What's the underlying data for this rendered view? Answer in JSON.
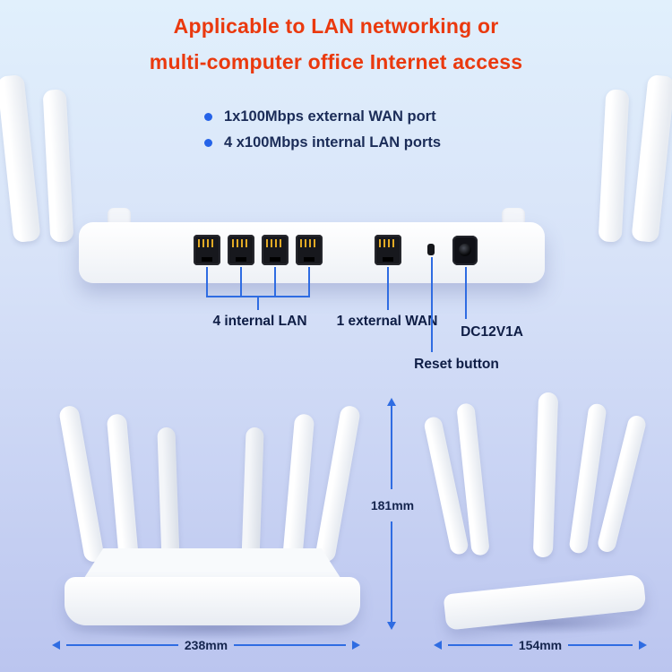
{
  "title": {
    "line1": "Applicable to LAN networking or",
    "line2": "multi-computer office Internet access"
  },
  "features": [
    {
      "label": "1x100Mbps external WAN port"
    },
    {
      "label": "4 x100Mbps internal LAN ports"
    }
  ],
  "callouts": {
    "lan": "4 internal LAN",
    "wan": "1 external WAN",
    "power": "DC12V1A",
    "reset": "Reset button"
  },
  "dimensions": {
    "height": "181mm",
    "width": "238mm",
    "depth": "154mm"
  },
  "colors": {
    "title_red": "#ea390e",
    "accent_blue": "#2f6ce2",
    "text_navy": "#1b2c58",
    "port_pin_gold": "#e2aa25",
    "background_top": "#e1f0fc",
    "background_bottom": "#bbc5ef"
  }
}
